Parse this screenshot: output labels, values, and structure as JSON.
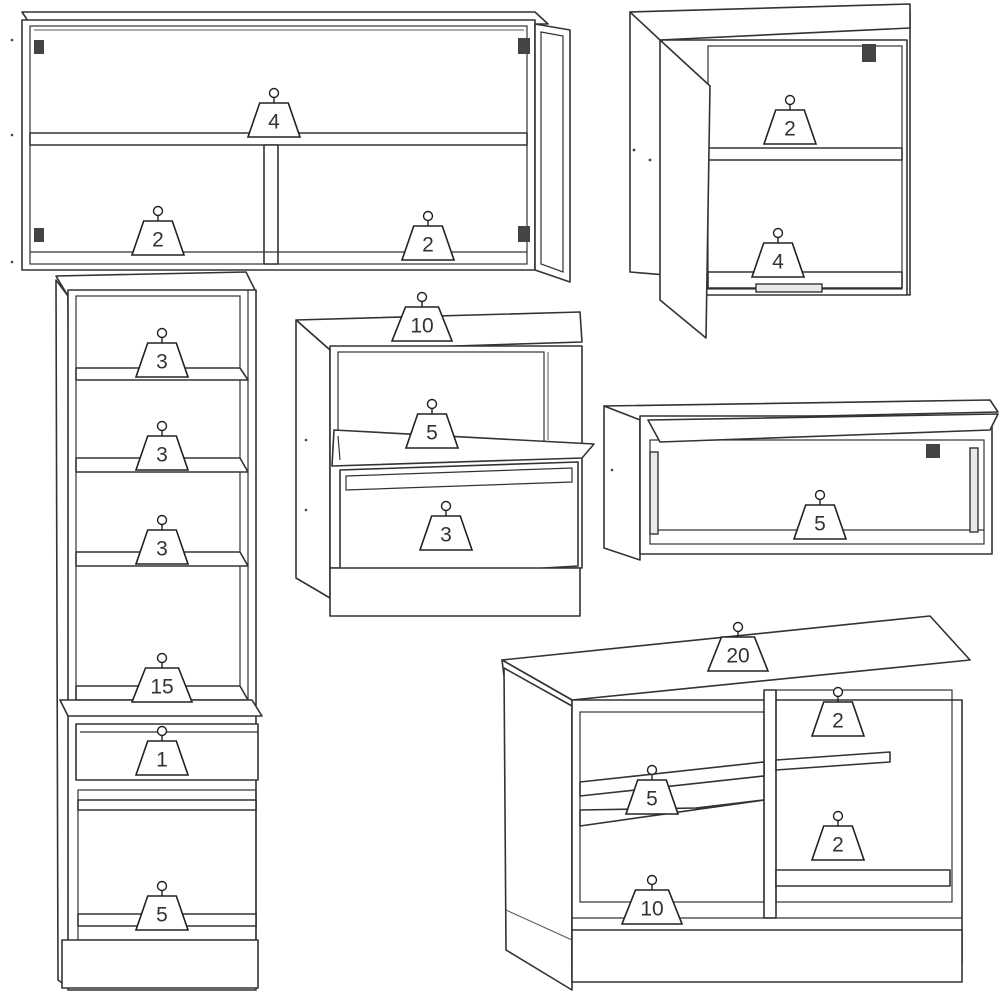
{
  "palette": {
    "line": "#333333",
    "panel": "#ffffff",
    "shade": "#e9e9e9"
  },
  "icon": "weight-icon",
  "cabinets": [
    {
      "id": "wall-cabinet-two-door",
      "load_labels": [
        "4",
        "2",
        "2"
      ]
    },
    {
      "id": "wall-cabinet-single-door",
      "load_labels": [
        "2",
        "4"
      ]
    },
    {
      "id": "tall-cabinet",
      "load_labels": [
        "3",
        "3",
        "3",
        "15",
        "1",
        "5"
      ]
    },
    {
      "id": "base-cabinet-drawer",
      "load_labels": [
        "10",
        "5",
        "3"
      ]
    },
    {
      "id": "wall-cabinet-lift-up",
      "load_labels": [
        "5"
      ]
    },
    {
      "id": "base-cabinet-large",
      "load_labels": [
        "20",
        "2",
        "5",
        "2",
        "10"
      ]
    }
  ]
}
